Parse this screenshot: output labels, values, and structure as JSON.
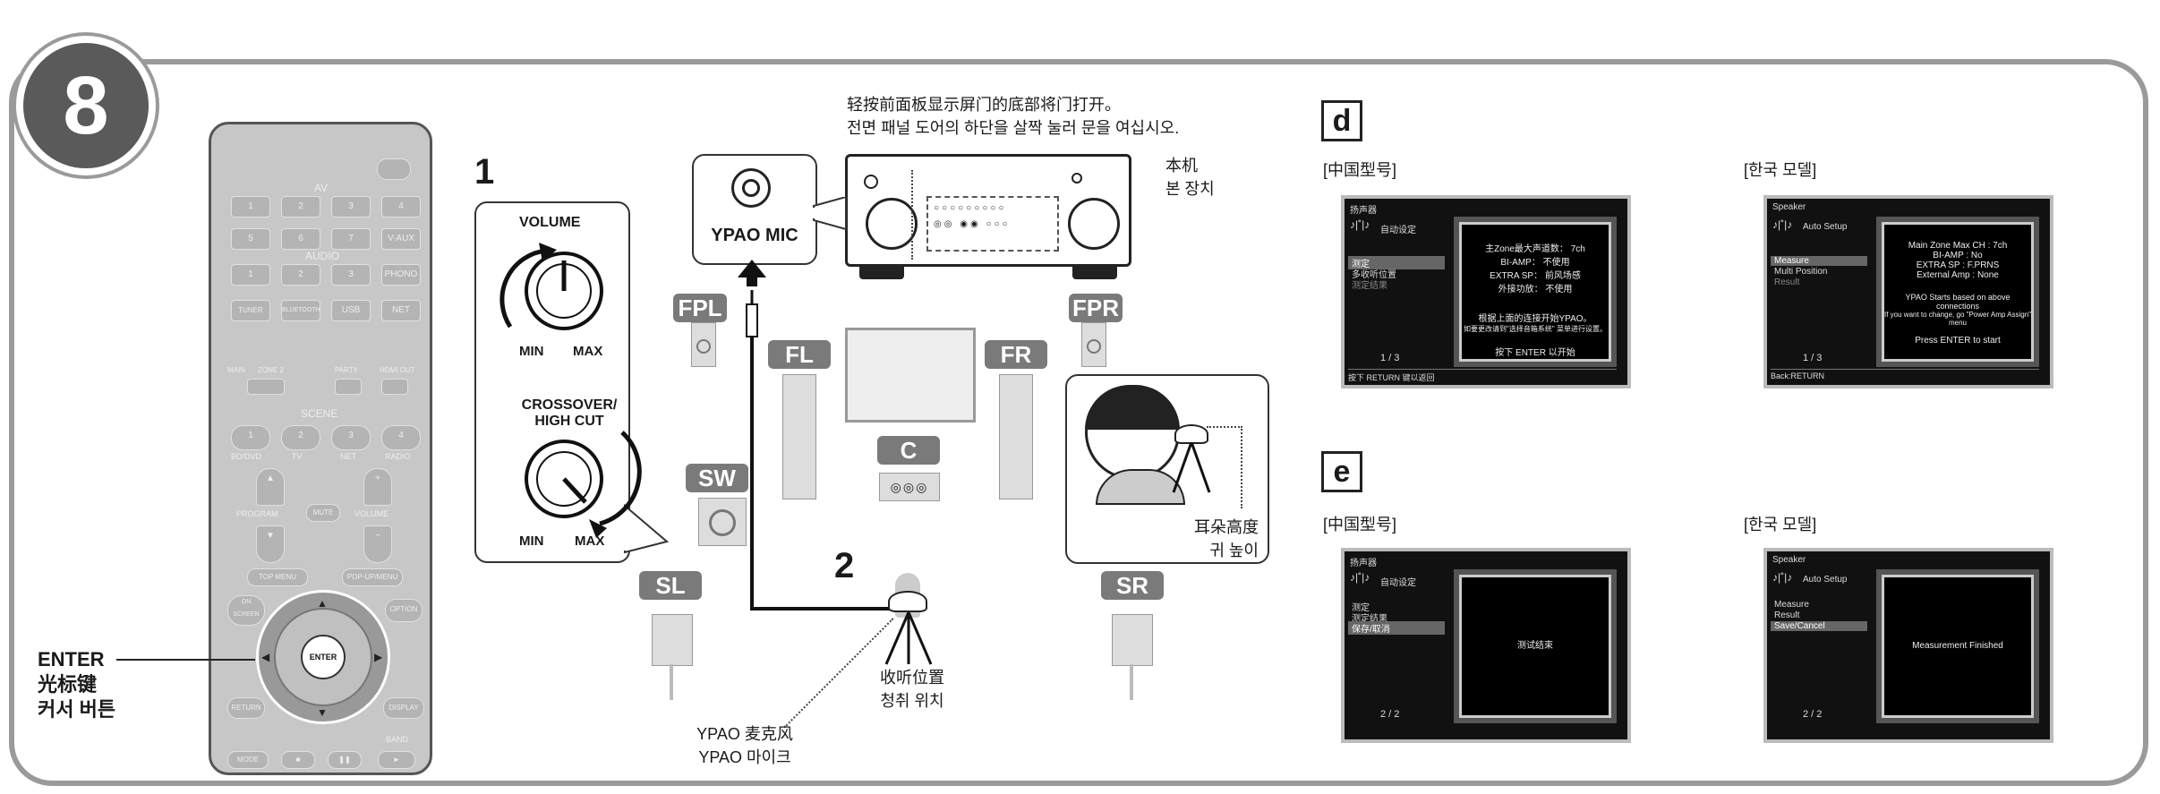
{
  "step_number": "8",
  "remote": {
    "av_label": "AV",
    "row1": [
      "1",
      "2",
      "3",
      "4"
    ],
    "row2": [
      "5",
      "6",
      "7",
      "V-AUX"
    ],
    "audio_label": "AUDIO",
    "row3": [
      "1",
      "2",
      "3",
      "PHONO"
    ],
    "row4": [
      "TUNER",
      "BLUETOOTH",
      "USB",
      "NET"
    ],
    "zone_labels": [
      "MAIN",
      "ZONE 2",
      "PARTY",
      "HDMI OUT"
    ],
    "scene_label": "SCENE",
    "scene_buttons": [
      "1",
      "2",
      "3",
      "4"
    ],
    "scene_sublabels": [
      "BD/DVD",
      "TV",
      "NET",
      "RADIO"
    ],
    "program_label": "PROGRAM",
    "mute_label": "MUTE",
    "volume_label": "VOLUME",
    "top_menu": "TOP MENU",
    "popup_menu": "POP-UP/MENU",
    "on_screen": "ON SCREEN",
    "option": "OPTION",
    "enter": "ENTER",
    "return": "RETURN",
    "display": "DISPLAY",
    "band": "BAND",
    "mode": "MODE"
  },
  "enter_callout": [
    "ENTER",
    "光标键",
    "커서 버튼"
  ],
  "step1_number": "1",
  "step2_number": "2",
  "volume_knob": {
    "title": "VOLUME",
    "min": "MIN",
    "max": "MAX"
  },
  "crossover_knob": {
    "title_line1": "CROSSOVER/",
    "title_line2": "HIGH CUT",
    "min": "MIN",
    "max": "MAX"
  },
  "door_note": [
    "轻按前面板显示屏门的底部将门打开。",
    "전면 패널 도어의 하단을 살짝 눌러 문을 여십시오."
  ],
  "unit_label": [
    "本机",
    "본 장치"
  ],
  "ypao_mic_jack": "YPAO MIC",
  "speakers": {
    "fpl": "FPL",
    "fpr": "FPR",
    "fl": "FL",
    "fr": "FR",
    "c": "C",
    "sw": "SW",
    "sl": "SL",
    "sr": "SR"
  },
  "ear_height": [
    "耳朵高度",
    "귀 높이"
  ],
  "listening_position": [
    "收听位置",
    "청취 위치"
  ],
  "ypao_mic": [
    "YPAO 麦克风",
    "YPAO 마이크"
  ],
  "section_d": "d",
  "section_e": "e",
  "cn_model": "[中国型号]",
  "kr_model": "[한국 모델]",
  "screen_d_cn": {
    "header": "扬声器",
    "title": "自动设定",
    "menu": [
      "测定",
      "多收听位置",
      "测定结果"
    ],
    "page": "1 / 3",
    "footer": "按下 RETURN 键以返回",
    "lines": [
      "主Zone最大声道数：  7ch",
      "BI-AMP：  不使用",
      "EXTRA SP：  前风场感",
      "外接功放：  不使用",
      "根据上面的连接开始YPAO。",
      "如要更改请到\"选择音箱系统\" 菜单进行设置。",
      "按下 ENTER 以开始"
    ]
  },
  "screen_d_kr": {
    "header": "Speaker",
    "title": "Auto Setup",
    "menu": [
      "Measure",
      "Multi Position",
      "Result"
    ],
    "page": "1 / 3",
    "footer": "Back:RETURN",
    "lines": [
      "Main Zone Max CH :  7ch",
      "BI-AMP :  No",
      "EXTRA SP :  F.PRNS",
      "External Amp :  None",
      "YPAO Starts based on above connections",
      "If you want to change, go \"Power Amp Assign\" menu",
      "Press ENTER to start"
    ]
  },
  "screen_e_cn": {
    "header": "扬声器",
    "title": "自动设定",
    "menu": [
      "测定",
      "测定结果",
      "保存/取消"
    ],
    "page": "2 / 2",
    "message": "测试结束"
  },
  "screen_e_kr": {
    "header": "Speaker",
    "title": "Auto Setup",
    "menu": [
      "Measure",
      "Result",
      "Save/Cancel"
    ],
    "page": "2 / 2",
    "message": "Measurement Finished"
  }
}
